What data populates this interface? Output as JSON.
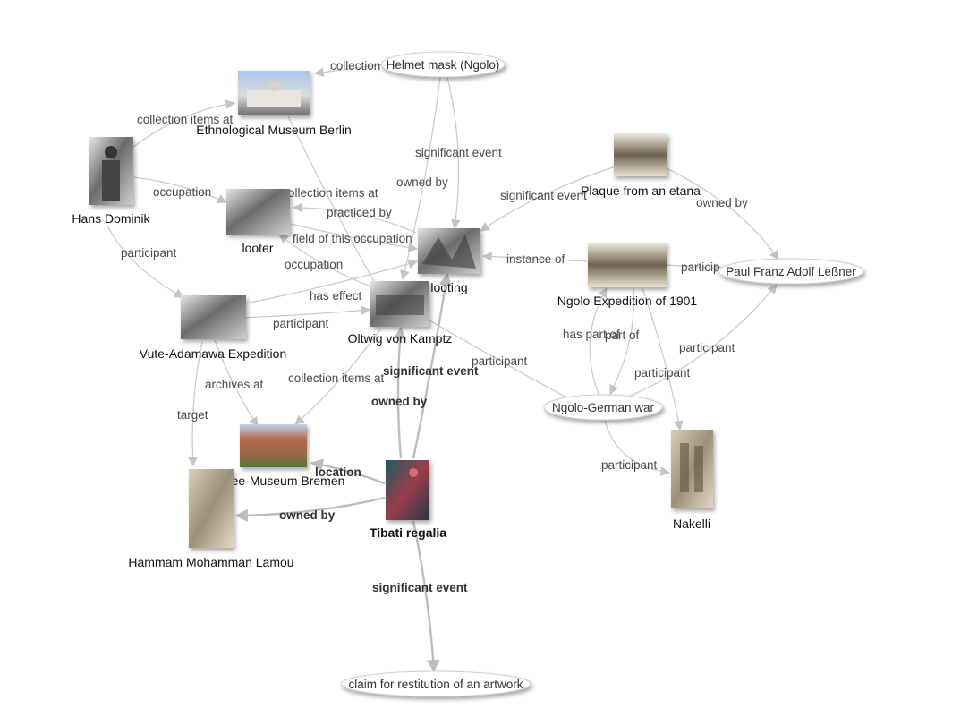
{
  "nodes": {
    "helmet_mask": "Helmet mask (Ngolo)",
    "ethnological_museum": "Ethnological Museum Berlin",
    "hans_dominik": "Hans Dominik",
    "looter": "looter",
    "looting": "looting",
    "plaque": "Plaque from an etana",
    "paul_lessner": "Paul Franz Adolf Leßner",
    "ngolo_expedition": "Ngolo Expedition of 1901",
    "oltwig": "Oltwig von Kamptz",
    "vute_expedition": "Vute-Adamawa Expedition",
    "ngolo_german_war": "Ngolo-German war",
    "uebersee_museum": "ee-Museum Bremen",
    "tibati_regalia": "Tibati regalia",
    "hammam": "Hammam Mohamman Lamou",
    "nakelli": "Nakelli",
    "claim": "claim for restitution of an artwork"
  },
  "edge_labels": {
    "helmet_collection": "collection",
    "hans_collection": "collection items at",
    "hans_occupation": "occupation",
    "looter_collection": "ollection items at",
    "practiced_by": "practiced by",
    "field_of_occupation": "field of this occupation",
    "oltwig_occupation": "occupation",
    "has_effect": "has effect",
    "vute_participant": "participant",
    "hans_participant": "participant",
    "helmet_significant": "significant event",
    "helmet_owned_by": "owned by",
    "plaque_significant": "significant event",
    "plaque_owned_by": "owned by",
    "instance_of": "instance of",
    "expedition_participant": "particip",
    "has_part_of": "has part of",
    "part_of": "part of",
    "war_participant_paul": "participant",
    "war_participant_nakelli": "participant",
    "war_participant_oltwig": "participant",
    "nakelli_participant": "participant",
    "archives_at": "archives at",
    "target": "target",
    "oltwig_collection": "collection items at",
    "tibati_significant_looting": "significant event",
    "tibati_owned_by_oltwig": "owned by",
    "location": "location",
    "tibati_owned_by_hammam": "owned by",
    "tibati_significant_claim": "significant event"
  }
}
